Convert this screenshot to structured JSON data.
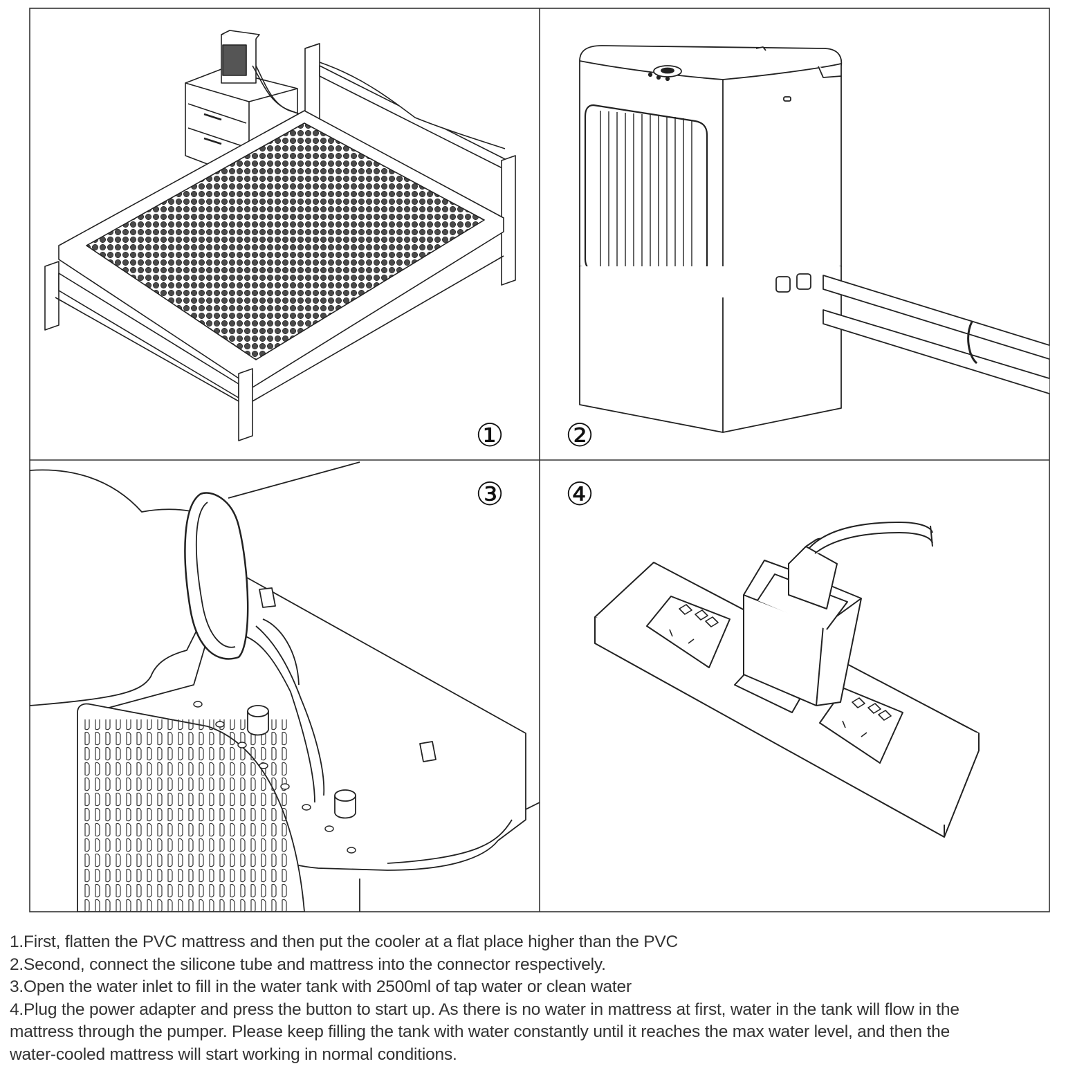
{
  "panels": [
    {
      "number": "①",
      "subject": "bed with PVC mattress and cooler on nightstand"
    },
    {
      "number": "②",
      "subject": "cooler unit with tubes connected"
    },
    {
      "number": "③",
      "subject": "pouring water into water inlet"
    },
    {
      "number": "④",
      "subject": "power adapter plugged into power strip"
    }
  ],
  "instructions": [
    "1.First, flatten the PVC mattress and then put the cooler at a flat place higher than the PVC",
    "2.Second, connect the silicone tube and mattress into the connector respectively.",
    "3.Open the water inlet to fill in the water tank with 2500ml of tap water or clean water",
    "4.Plug the power adapter and press the button to start up. As there is no water in mattress at first, water in the tank will flow in the",
    "mattress through the pumper. Please keep filling the tank with water constantly until it reaches the max water level, and then the",
    "water-cooled mattress will start working in normal conditions."
  ]
}
